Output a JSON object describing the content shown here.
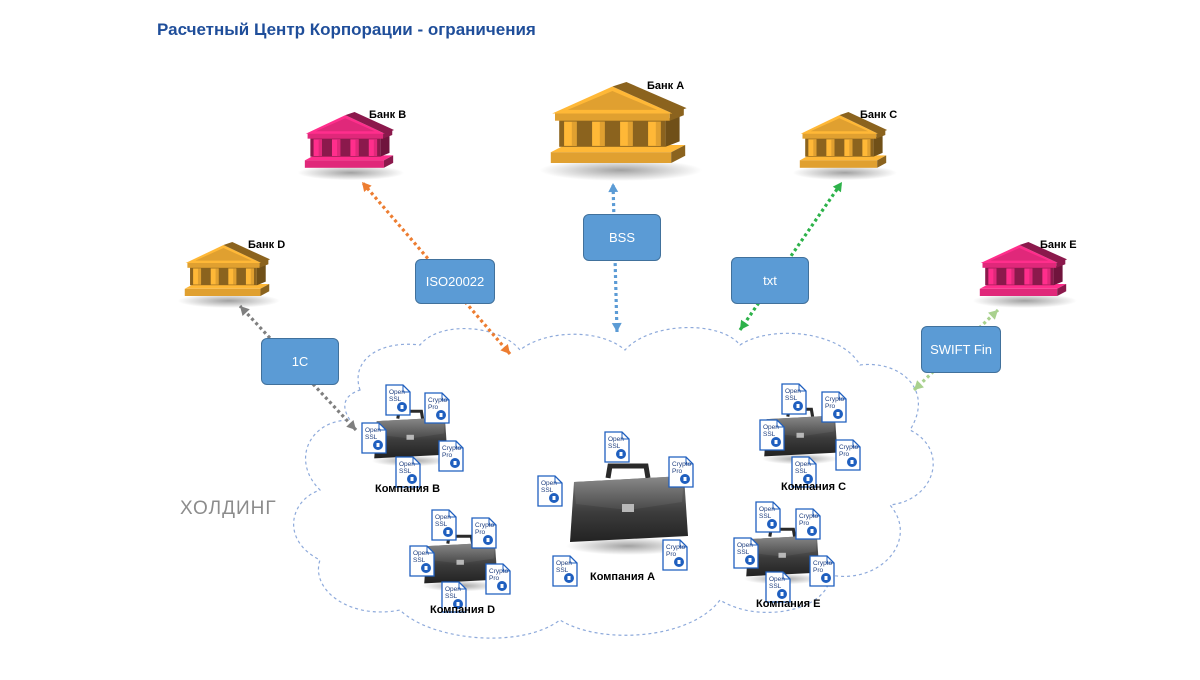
{
  "title": "Расчетный Центр Корпорации - ограничения",
  "holding_label": "ХОЛДИНГ",
  "banks": [
    {
      "id": "a",
      "label": "Банк A",
      "color": "#e0a030"
    },
    {
      "id": "b",
      "label": "Банк B",
      "color": "#e0287a"
    },
    {
      "id": "c",
      "label": "Банк C",
      "color": "#e0a030"
    },
    {
      "id": "d",
      "label": "Банк D",
      "color": "#e0a030"
    },
    {
      "id": "e",
      "label": "Банк E",
      "color": "#e0287a"
    }
  ],
  "protocols": [
    {
      "id": "bss",
      "label": "BSS",
      "arrow_color": "#5b9bd5"
    },
    {
      "id": "iso",
      "label": "ISO20022",
      "arrow_color": "#ed7d31"
    },
    {
      "id": "txt",
      "label": "txt",
      "arrow_color": "#2db24a"
    },
    {
      "id": "onec",
      "label": "1C",
      "arrow_color": "#7f7f7f"
    },
    {
      "id": "swift",
      "label": "SWIFT Fin",
      "arrow_color": "#a9d18e"
    }
  ],
  "companies": [
    {
      "id": "a",
      "label": "Компания А"
    },
    {
      "id": "b",
      "label": "Компания B"
    },
    {
      "id": "c",
      "label": "Компания C"
    },
    {
      "id": "d",
      "label": "Компания D"
    },
    {
      "id": "e",
      "label": "Компания E"
    }
  ],
  "doc_icons": {
    "openssl": [
      "Open",
      "SSL"
    ],
    "cryptopro": [
      "Crypto",
      "Pro"
    ]
  }
}
